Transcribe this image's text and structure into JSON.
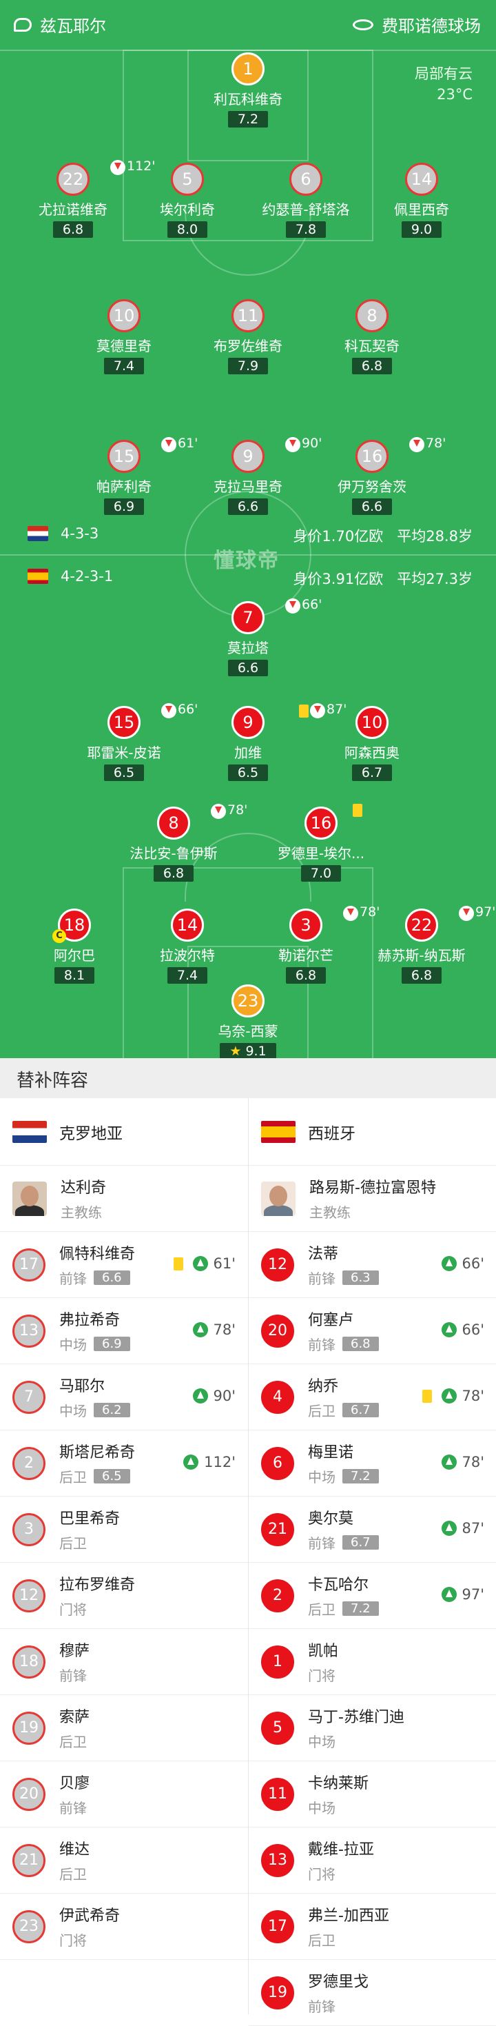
{
  "header": {
    "home_team": "兹瓦耶尔",
    "stadium": "费耶诺德球场"
  },
  "weather": {
    "condition": "局部有云",
    "temp": "23°C"
  },
  "watermark": "懂球帝",
  "home": {
    "formation": "4-3-3",
    "value": "身价1.70亿欧",
    "avg_age": "平均28.8岁",
    "players": [
      {
        "no": "1",
        "name": "利瓦科维奇",
        "rating": "7.2"
      },
      {
        "no": "22",
        "name": "尤拉诺维奇",
        "rating": "6.8",
        "sub": "112'"
      },
      {
        "no": "5",
        "name": "埃尔利奇",
        "rating": "8.0"
      },
      {
        "no": "6",
        "name": "约瑟普-舒塔洛",
        "rating": "7.8"
      },
      {
        "no": "14",
        "name": "佩里西奇",
        "rating": "9.0"
      },
      {
        "no": "10",
        "name": "莫德里奇",
        "rating": "7.4"
      },
      {
        "no": "11",
        "name": "布罗佐维奇",
        "rating": "7.9"
      },
      {
        "no": "8",
        "name": "科瓦契奇",
        "rating": "6.8"
      },
      {
        "no": "15",
        "name": "帕萨利奇",
        "rating": "6.9",
        "sub": "61'"
      },
      {
        "no": "9",
        "name": "克拉马里奇",
        "rating": "6.6",
        "sub": "90'"
      },
      {
        "no": "16",
        "name": "伊万努舍茨",
        "rating": "6.6",
        "sub": "78'"
      }
    ]
  },
  "away": {
    "formation": "4-2-3-1",
    "value": "身价3.91亿欧",
    "avg_age": "平均27.3岁",
    "players": [
      {
        "no": "7",
        "name": "莫拉塔",
        "rating": "6.6",
        "sub": "66'"
      },
      {
        "no": "15",
        "name": "耶雷米-皮诺",
        "rating": "6.5",
        "sub": "66'"
      },
      {
        "no": "9",
        "name": "加维",
        "rating": "6.5",
        "sub": "87'"
      },
      {
        "no": "10",
        "name": "阿森西奥",
        "rating": "6.7"
      },
      {
        "no": "8",
        "name": "法比安-鲁伊斯",
        "rating": "6.8",
        "sub": "78'"
      },
      {
        "no": "16",
        "name": "罗德里-埃尔...",
        "rating": "7.0"
      },
      {
        "no": "18",
        "name": "阿尔巴",
        "rating": "8.1"
      },
      {
        "no": "14",
        "name": "拉波尔特",
        "rating": "7.4"
      },
      {
        "no": "3",
        "name": "勒诺尔芒",
        "rating": "6.8",
        "sub": "78'"
      },
      {
        "no": "22",
        "name": "赫苏斯-纳瓦斯",
        "rating": "6.8",
        "sub": "97'"
      },
      {
        "no": "23",
        "name": "乌奈-西蒙",
        "rating": "9.1"
      }
    ]
  },
  "bench": {
    "title": "替补阵容",
    "home_team": "克罗地亚",
    "away_team": "西班牙",
    "home_coach": {
      "name": "达利奇",
      "role": "主教练"
    },
    "away_coach": {
      "name": "路易斯-德拉富恩特",
      "role": "主教练"
    },
    "home_subs": [
      {
        "no": "17",
        "name": "佩特科维奇",
        "pos": "前锋",
        "rating": "6.6",
        "in": "61'",
        "yellow": true
      },
      {
        "no": "13",
        "name": "弗拉希奇",
        "pos": "中场",
        "rating": "6.9",
        "in": "78'"
      },
      {
        "no": "7",
        "name": "马耶尔",
        "pos": "中场",
        "rating": "6.2",
        "in": "90'"
      },
      {
        "no": "2",
        "name": "斯塔尼希奇",
        "pos": "后卫",
        "rating": "6.5",
        "in": "112'"
      },
      {
        "no": "3",
        "name": "巴里希奇",
        "pos": "后卫"
      },
      {
        "no": "12",
        "name": "拉布罗维奇",
        "pos": "门将"
      },
      {
        "no": "18",
        "name": "穆萨",
        "pos": "前锋"
      },
      {
        "no": "19",
        "name": "索萨",
        "pos": "后卫"
      },
      {
        "no": "20",
        "name": "贝廖",
        "pos": "前锋"
      },
      {
        "no": "21",
        "name": "维达",
        "pos": "后卫"
      },
      {
        "no": "23",
        "name": "伊武希奇",
        "pos": "门将"
      }
    ],
    "away_subs": [
      {
        "no": "12",
        "name": "法蒂",
        "pos": "前锋",
        "rating": "6.3",
        "in": "66'"
      },
      {
        "no": "20",
        "name": "何塞卢",
        "pos": "前锋",
        "rating": "6.8",
        "in": "66'"
      },
      {
        "no": "4",
        "name": "纳乔",
        "pos": "后卫",
        "rating": "6.7",
        "in": "78'",
        "yellow": true
      },
      {
        "no": "6",
        "name": "梅里诺",
        "pos": "中场",
        "rating": "7.2",
        "in": "78'"
      },
      {
        "no": "21",
        "name": "奥尔莫",
        "pos": "前锋",
        "rating": "6.7",
        "in": "87'"
      },
      {
        "no": "2",
        "name": "卡瓦哈尔",
        "pos": "后卫",
        "rating": "7.2",
        "in": "97'"
      },
      {
        "no": "1",
        "name": "凯帕",
        "pos": "门将"
      },
      {
        "no": "5",
        "name": "马丁-苏维门迪",
        "pos": "中场"
      },
      {
        "no": "11",
        "name": "卡纳莱斯",
        "pos": "中场"
      },
      {
        "no": "13",
        "name": "戴维-拉亚",
        "pos": "门将"
      },
      {
        "no": "17",
        "name": "弗兰-加西亚",
        "pos": "后卫"
      },
      {
        "no": "19",
        "name": "罗德里戈",
        "pos": "前锋"
      }
    ]
  }
}
